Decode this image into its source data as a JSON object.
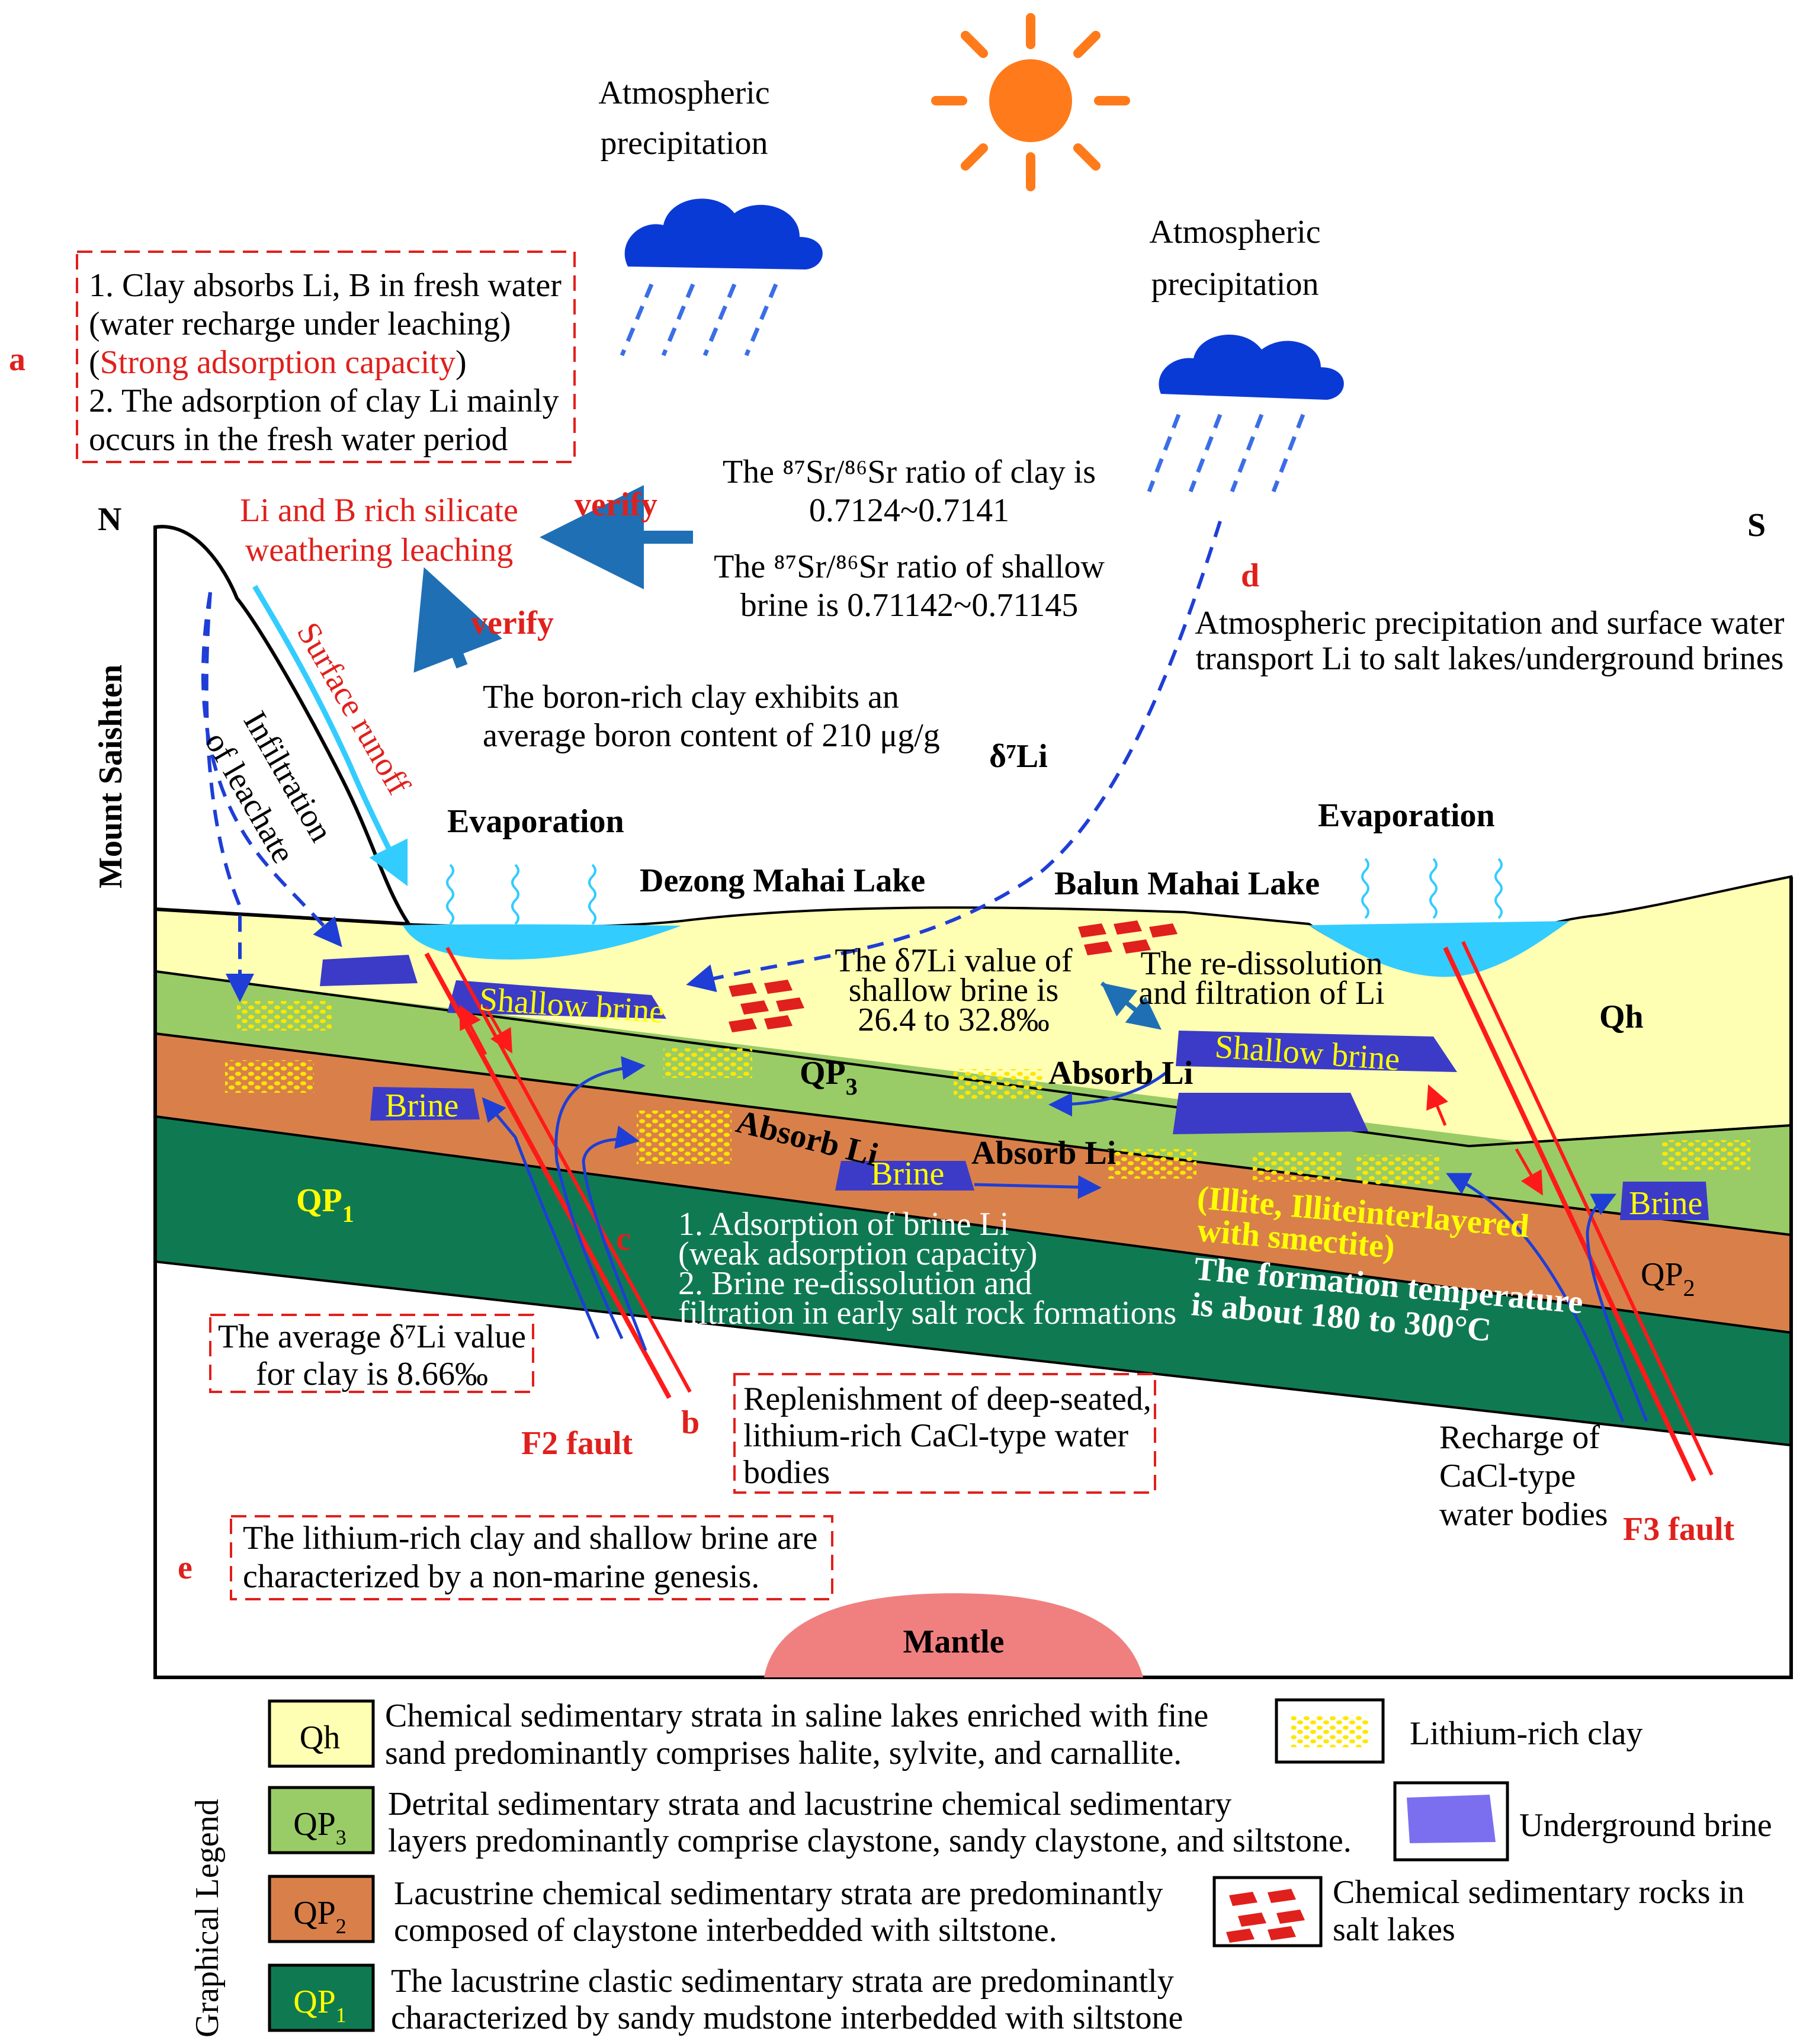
{
  "orientation": {
    "north": "N",
    "south": "S"
  },
  "mountain": "Mount Saishten",
  "precipitation": {
    "left": [
      "Atmospheric",
      "precipitation"
    ],
    "right": [
      "Atmospheric",
      "precipitation"
    ]
  },
  "boxes": {
    "a": {
      "letter": "a",
      "lines": [
        "1. Clay absorbs Li, B in fresh water",
        "(water recharge under leaching)",
        "(",
        "Strong adsorption capacity",
        ")",
        "2. The adsorption of clay Li mainly",
        "occurs in the fresh water period"
      ]
    },
    "b": {
      "letter": "b",
      "lines": [
        "Replenishment of deep-seated,",
        "lithium-rich CaCl-type water",
        "bodies"
      ]
    },
    "e": {
      "letter": "e",
      "lines": [
        "The lithium-rich clay and shallow brine are",
        "characterized by a non-marine genesis."
      ]
    },
    "d7li": {
      "lines": [
        "The average δ⁷Li value",
        "for clay is 8.66‰"
      ]
    }
  },
  "labels": {
    "weathering": [
      "Li and B rich silicate",
      "weathering leaching"
    ],
    "verify1": "verify",
    "verify2": "verify",
    "sr_clay": [
      "The ⁸⁷Sr/⁸⁶Sr ratio of   clay is",
      "0.7124~0.7141"
    ],
    "sr_brine": [
      "The ⁸⁷Sr/⁸⁶Sr ratio of shallow",
      "brine is 0.71142~0.71145"
    ],
    "boron": [
      "The boron-rich clay exhibits an",
      "average boron content of 210 μg/g"
    ],
    "d_letter": "d",
    "d_text": [
      "Atmospheric precipitation and surface water",
      "transport Li to salt lakes/underground brines"
    ],
    "delta_li": "δ⁷Li",
    "surface_runoff": "Surface runoff",
    "infiltration": [
      "Infiltration",
      "of leachate"
    ],
    "evaporation_left": "Evaporation",
    "evaporation_right": "Evaporation",
    "lake_left": "Dezong Mahai Lake",
    "lake_right": "Balun Mahai Lake",
    "shallow_brine_left": "Shallow brine",
    "shallow_brine_right": "Shallow brine",
    "d7li_brine": [
      "The δ7Li value of",
      "shallow brine is",
      "26.4 to 32.8‰"
    ],
    "redissolution": [
      "The re-dissolution",
      "and filtration of Li"
    ],
    "qh": "Qh",
    "qp3": "QP",
    "qp3_sub": "3",
    "qp2": "QP",
    "qp2_sub": "2",
    "qp1": "QP",
    "qp1_sub": "1",
    "absorb_li_1": "Absorb Li",
    "absorb_li_2": "Absorb Li",
    "absorb_li_3": "Absorb Li",
    "brine_1": "Brine",
    "brine_2": "Brine",
    "brine_3": "Brine",
    "c_letter": "c",
    "c_text": [
      "1. Adsorption of brine Li",
      "(weak adsorption capacity)",
      "2. Brine re-dissolution and",
      "filtration in early salt rock formations"
    ],
    "illite": [
      "(Illite, Illiteinterlayered",
      "with smectite)"
    ],
    "formation_temp": [
      "The formation temperature",
      "is about 180 to 300°C"
    ],
    "f2": "F2 fault",
    "f3": "F3 fault",
    "recharge": [
      "Recharge of",
      "CaCl-type",
      "water bodies"
    ],
    "mantle": "Mantle"
  },
  "legend": {
    "title": "Graphical Legend",
    "items": [
      {
        "code": "Qh",
        "sub": "",
        "lines": [
          "Chemical sedimentary strata in saline lakes enriched with fine",
          "sand predominantly comprises halite, sylvite, and carnallite."
        ],
        "color": "#ffffb3"
      },
      {
        "code": "QP",
        "sub": "3",
        "lines": [
          "Detrital sedimentary strata and lacustrine chemical sedimentary",
          "layers predominantly comprise claystone, sandy claystone, and siltstone."
        ],
        "color": "#99cc66"
      },
      {
        "code": "QP",
        "sub": "2",
        "lines": [
          "Lacustrine chemical sedimentary strata are predominantly",
          "composed of claystone interbedded with siltstone."
        ],
        "color": "#d9804a"
      },
      {
        "code": "QP",
        "sub": "1",
        "lines": [
          "The lacustrine clastic sedimentary strata are predominantly",
          "characterized by sandy mudstone interbedded with siltstone"
        ],
        "color": "#0f7a52"
      }
    ],
    "symbols": [
      {
        "name": "lithium-clay",
        "label": "Lithium-rich clay"
      },
      {
        "name": "underground-brine",
        "label": "Underground brine"
      },
      {
        "name": "chemical-rocks",
        "lines": [
          "Chemical sedimentary rocks in",
          "salt lakes"
        ]
      }
    ]
  },
  "colors": {
    "qh": "#ffffb3",
    "qp3": "#99cc66",
    "qp2": "#d9804a",
    "qp1": "#0f7a52",
    "lake": "#33ccff",
    "brine": "#3b3bc8",
    "fault": "#ff1a1a",
    "arrow": "#1e3ed6",
    "sun": "#ff7a1a",
    "cloud": "#0a3ad6",
    "mantle": "#f08080"
  }
}
